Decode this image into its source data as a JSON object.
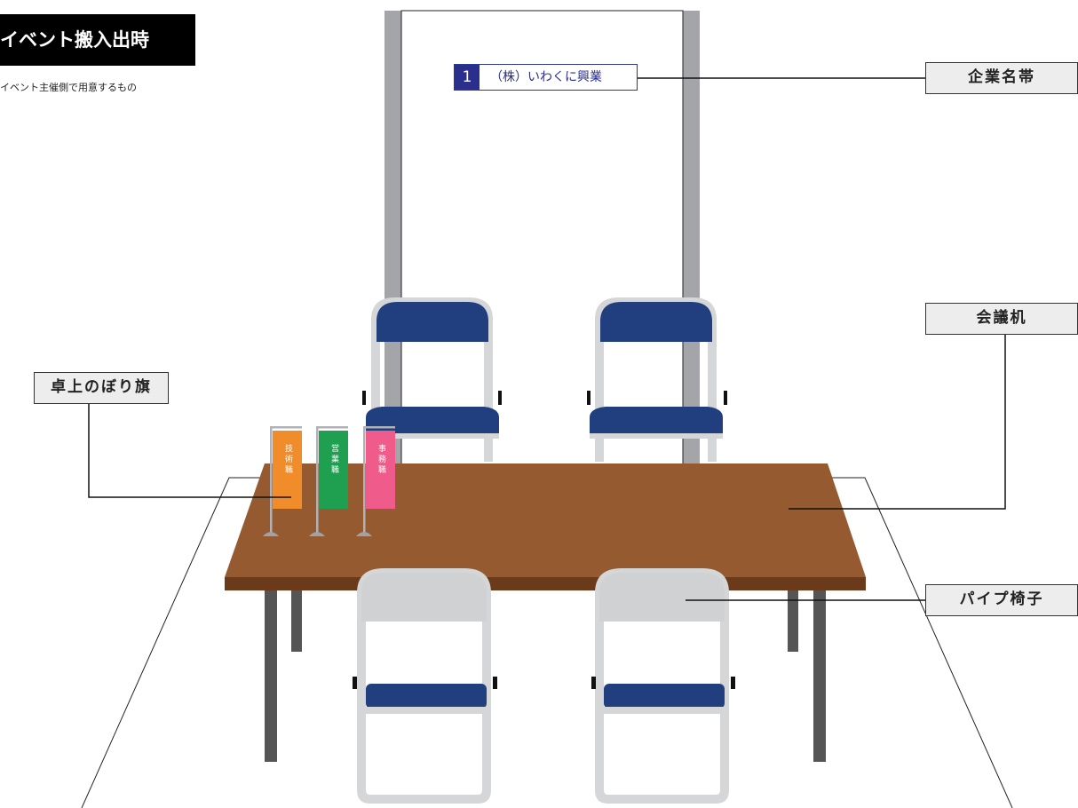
{
  "header": {
    "title": "イベント搬入出時",
    "subtitle": "イベント主催側で用意するもの"
  },
  "labels": {
    "company_band": "企業名帯",
    "meeting_desk": "会議机",
    "pipe_chair": "パイプ椅子",
    "desktop_banner": "卓上のぼり旗"
  },
  "nameplate": {
    "number": "1",
    "company": "（株）いわくに興業"
  },
  "flags": [
    {
      "text": "技術職",
      "color": "#f08c2a"
    },
    {
      "text": "営業職",
      "color": "#1fa050"
    },
    {
      "text": "事務職",
      "color": "#ef5b8a"
    }
  ],
  "colors": {
    "desk_top": "#955a30",
    "desk_edge": "#6b3a1a",
    "chair_seat": "#213f7f",
    "chair_frame": "#d4d6d8",
    "panel_pole": "#a3a5a8"
  }
}
